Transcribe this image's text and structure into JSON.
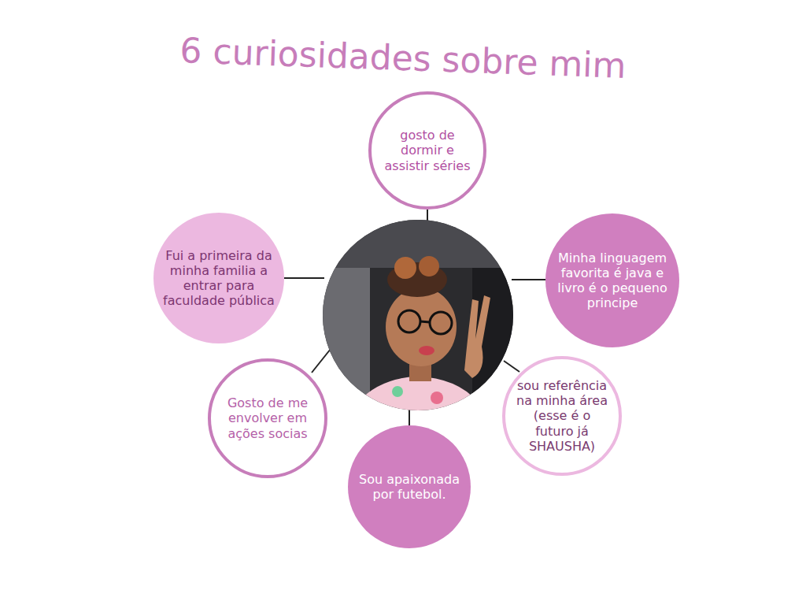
{
  "diagram": {
    "title": "6 curiosidades sobre mim",
    "nodes": [
      {
        "text": [
          "gosto de dormir e assistir séries"
        ]
      },
      {
        "text": [
          "Fui a primeira da minha familia a entrar para faculdade pública"
        ]
      },
      {
        "text": [
          "Minha linguagem favorita é java e livro é o pequeno principe"
        ]
      },
      {
        "text": [
          "Gosto de me envolver em ações socias"
        ]
      },
      {
        "text": [
          "sou referência na minha área (esse é o futuro já SHAUSHA)"
        ]
      },
      {
        "text": [
          "Sou apaixonada por futebol."
        ]
      }
    ]
  }
}
